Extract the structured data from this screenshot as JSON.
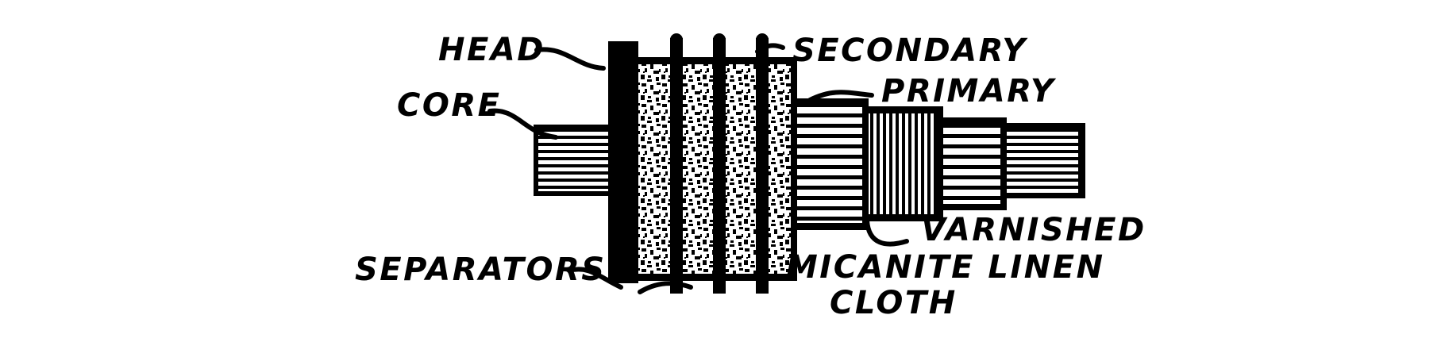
{
  "figure": {
    "kind": "technical-line-drawing",
    "subject": "Armature core assembly with windings",
    "ink_color": "#000000",
    "background_color": "#ffffff"
  },
  "labels": {
    "head": "HEAD",
    "core": "CORE",
    "secondary": "SECONDARY",
    "primary": "PRIMARY",
    "separators": "SEPARATORS",
    "varnished": "VARNISHED",
    "micanite_linen": "MICANITE LINEN",
    "cloth": "CLOTH"
  },
  "parts": [
    {
      "name": "core-shaft-left",
      "hatch": "horizontal"
    },
    {
      "name": "head-plate",
      "hatch": "solid"
    },
    {
      "name": "separator-fin-1",
      "hatch": "solid"
    },
    {
      "name": "separator-fin-2",
      "hatch": "solid"
    },
    {
      "name": "separator-fin-3",
      "hatch": "solid"
    },
    {
      "name": "secondary-winding-1",
      "hatch": "stipple"
    },
    {
      "name": "secondary-winding-2",
      "hatch": "stipple"
    },
    {
      "name": "secondary-winding-3",
      "hatch": "stipple"
    },
    {
      "name": "secondary-winding-4",
      "hatch": "stipple"
    },
    {
      "name": "micanite-sleeve",
      "hatch": "horizontal"
    },
    {
      "name": "primary-winding",
      "hatch": "vertical"
    },
    {
      "name": "varnished-linen-sleeve",
      "hatch": "horizontal"
    },
    {
      "name": "core-shaft-right",
      "hatch": "horizontal"
    }
  ]
}
